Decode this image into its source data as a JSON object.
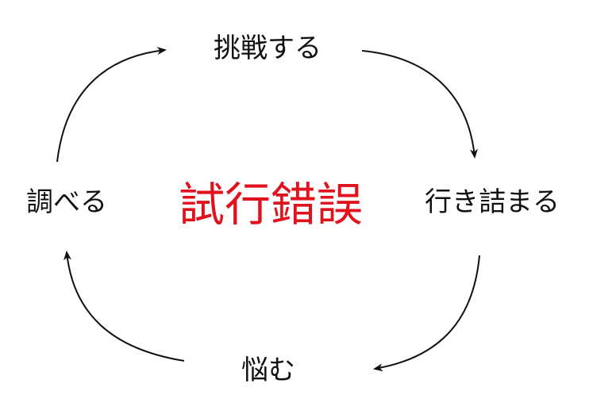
{
  "title": "試行錯誤",
  "steps": [
    "挑戦する",
    "行き詰まる",
    "悩む",
    "調べる"
  ],
  "colors": {
    "title": "#e0121e",
    "text": "#111111",
    "arrow": "#111111"
  }
}
